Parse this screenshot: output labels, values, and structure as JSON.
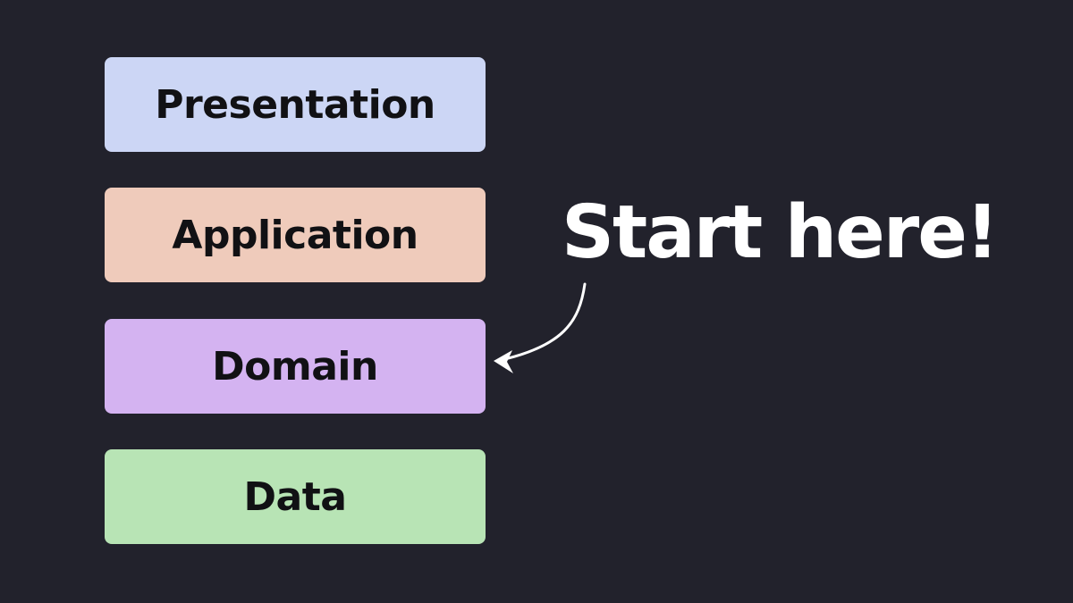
{
  "layers": [
    {
      "label": "Presentation",
      "color": "#ccd6f5"
    },
    {
      "label": "Application",
      "color": "#efcbbb"
    },
    {
      "label": "Domain",
      "color": "#d4b3f1"
    },
    {
      "label": "Data",
      "color": "#b8e4b5"
    }
  ],
  "callout": {
    "text": "Start here!",
    "color": "#ffffff",
    "target": "Domain"
  },
  "background": "#22222c"
}
